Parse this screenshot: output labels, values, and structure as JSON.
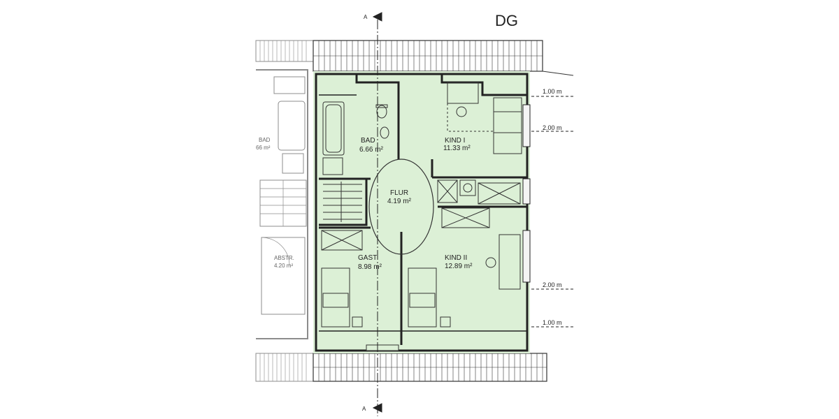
{
  "floor": {
    "title": "DG"
  },
  "section": {
    "marker": "A"
  },
  "rooms": [
    {
      "id": "bad",
      "name": "BAD",
      "area": "6.66 m²"
    },
    {
      "id": "kind1",
      "name": "KIND I",
      "area": "11.33 m²"
    },
    {
      "id": "flur",
      "name": "FLUR",
      "area": "4.19 m²"
    },
    {
      "id": "gast",
      "name": "GAST",
      "area": "8.98 m²"
    },
    {
      "id": "kind2",
      "name": "KIND II",
      "area": "12.89 m²"
    }
  ],
  "neighbor": {
    "bad_name": "BAD",
    "bad_area": "66 m²",
    "abstr_name": "ABSTR.",
    "abstr_area": "4.20 m²"
  },
  "dimensions": {
    "top_1": "1.00 m",
    "top_2": "2.00 m",
    "bottom_2": "2.00 m",
    "bottom_1": "1.00 m"
  },
  "colors": {
    "fill": "#dcf0d6",
    "wall": "#222222",
    "neighbor_wall": "#888888"
  }
}
